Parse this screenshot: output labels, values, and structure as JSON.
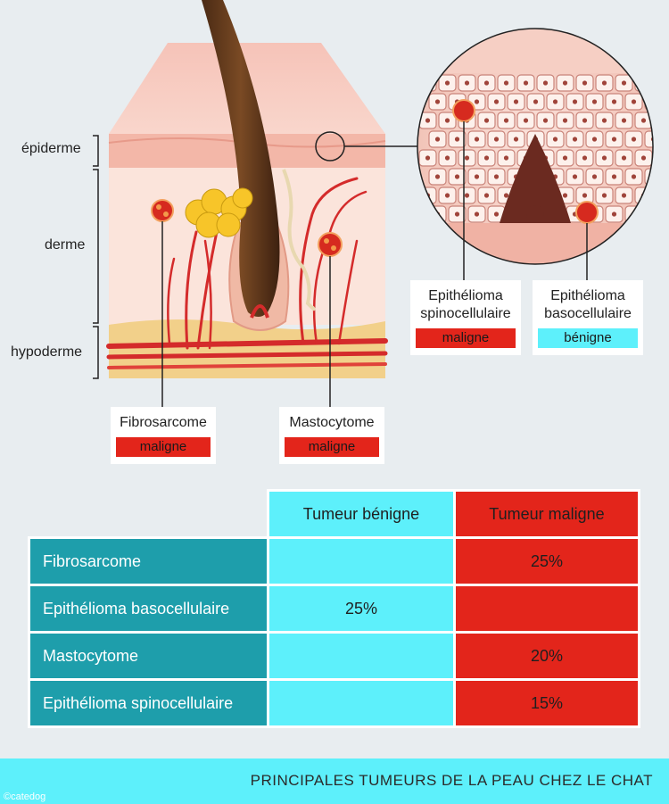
{
  "layers": {
    "epidermis": "épiderme",
    "dermis": "derme",
    "hypodermis": "hypoderme"
  },
  "callouts": {
    "fibrosarcome": {
      "name": "Fibrosarcome",
      "status": "maligne"
    },
    "mastocytome": {
      "name": "Mastocytome",
      "status": "maligne"
    },
    "spino": {
      "name_line1": "Epithélioma",
      "name_line2": "spinocellulaire",
      "status": "maligne"
    },
    "baso": {
      "name_line1": "Epithélioma",
      "name_line2": "basocellulaire",
      "status": "bénigne"
    }
  },
  "table": {
    "header_benign": "Tumeur bénigne",
    "header_malign": "Tumeur maligne",
    "rows": [
      {
        "label": "Fibrosarcome",
        "benign": "",
        "malign": "25%"
      },
      {
        "label": "Epithélioma basocellulaire",
        "benign": "25%",
        "malign": ""
      },
      {
        "label": "Mastocytome",
        "benign": "",
        "malign": "20%"
      },
      {
        "label": "Epithélioma spinocellulaire",
        "benign": "",
        "malign": "15%"
      }
    ]
  },
  "footer": {
    "title": "PRINCIPALES TUMEURS DE LA PEAU CHEZ LE CHAT",
    "credit": "©catedog"
  },
  "colors": {
    "benign": "#5df0fb",
    "malign": "#e3251b",
    "row_label": "#1e9eab",
    "background": "#e8edf0"
  }
}
